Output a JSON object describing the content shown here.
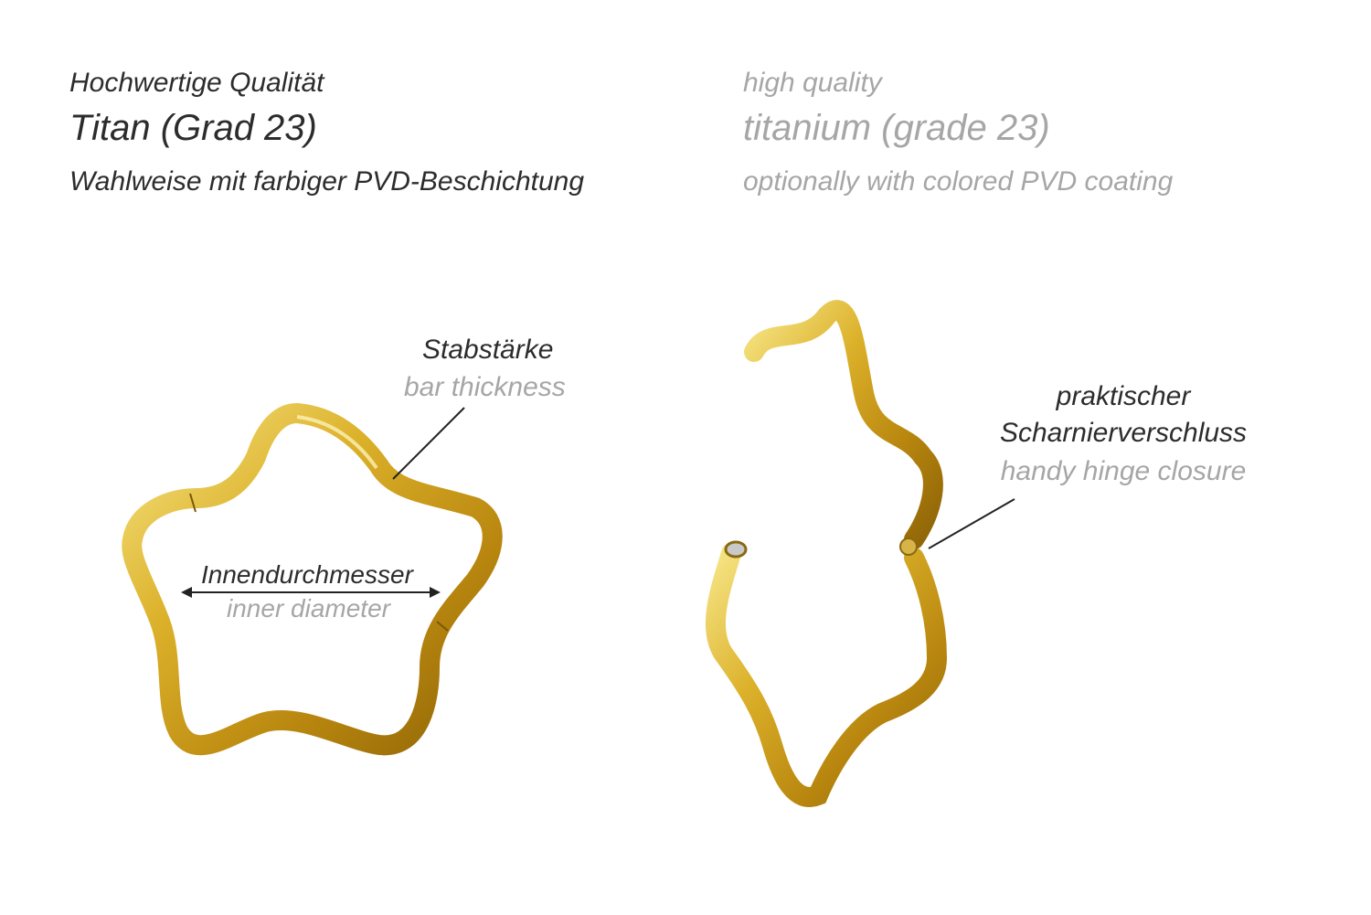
{
  "header": {
    "de": {
      "quality": "Hochwertige Qualität",
      "material": "Titan (Grad 23)",
      "coating": "Wahlweise mit farbiger PVD-Beschichtung"
    },
    "en": {
      "quality": "high quality",
      "material": "titanium (grade 23)",
      "coating": "optionally with colored PVD coating"
    }
  },
  "callouts": {
    "bar_thickness": {
      "de": "Stabstärke",
      "en": "bar thickness"
    },
    "inner_diameter": {
      "de": "Innendurchmesser",
      "en": "inner diameter"
    },
    "hinge": {
      "de_line1": "praktischer",
      "de_line2": "Scharnierverschluss",
      "en": "handy hinge closure"
    }
  },
  "colors": {
    "gold_light": "#f3e07a",
    "gold_mid": "#d3a81e",
    "gold_dark": "#9a6e08",
    "text_de": "#2c2c2c",
    "text_en": "#a6a6a6"
  }
}
